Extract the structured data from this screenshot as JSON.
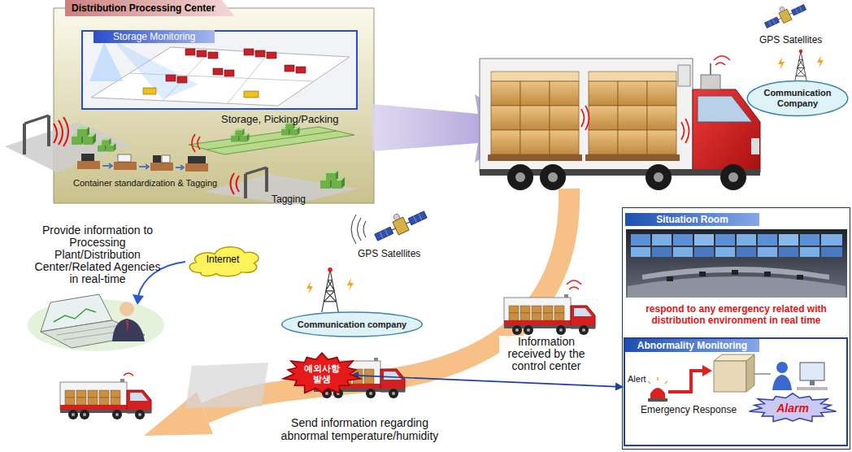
{
  "diagram": {
    "nodes": [
      {
        "text": [
          "Distribution Processing Center"
        ]
      },
      {
        "text": [
          "Storage Monitoring"
        ],
        "in": 0
      },
      {
        "text": [
          "Communication Company"
        ]
      },
      {
        "text": [
          "Internet"
        ]
      },
      {
        "text": [
          "Communication company"
        ]
      },
      {
        "text": [
          "Situation Room",
          "respond to any emergency related with distribution environment in real time"
        ]
      },
      {
        "text": [
          "Abnormality Monitoring"
        ],
        "in": 5
      },
      {
        "text": [
          "Alarm"
        ],
        "in": 6
      },
      {
        "text": [
          "예외사항 발생"
        ]
      }
    ],
    "edges": [
      {
        "from": 8,
        "to": 6,
        "arrow": "both"
      }
    ],
    "labels": [
      "Storage, Picking/Packing",
      "Container standardization & Tagging",
      "Tagging",
      "GPS Satellites",
      "Provide information to Processing Plant/Distribution Center/Related Agencies in real-time",
      "GPS Satellites",
      "Information received by the control center",
      "Send information regarding abnormal temperature/humidity",
      "Alert",
      "Emergency Response"
    ]
  }
}
